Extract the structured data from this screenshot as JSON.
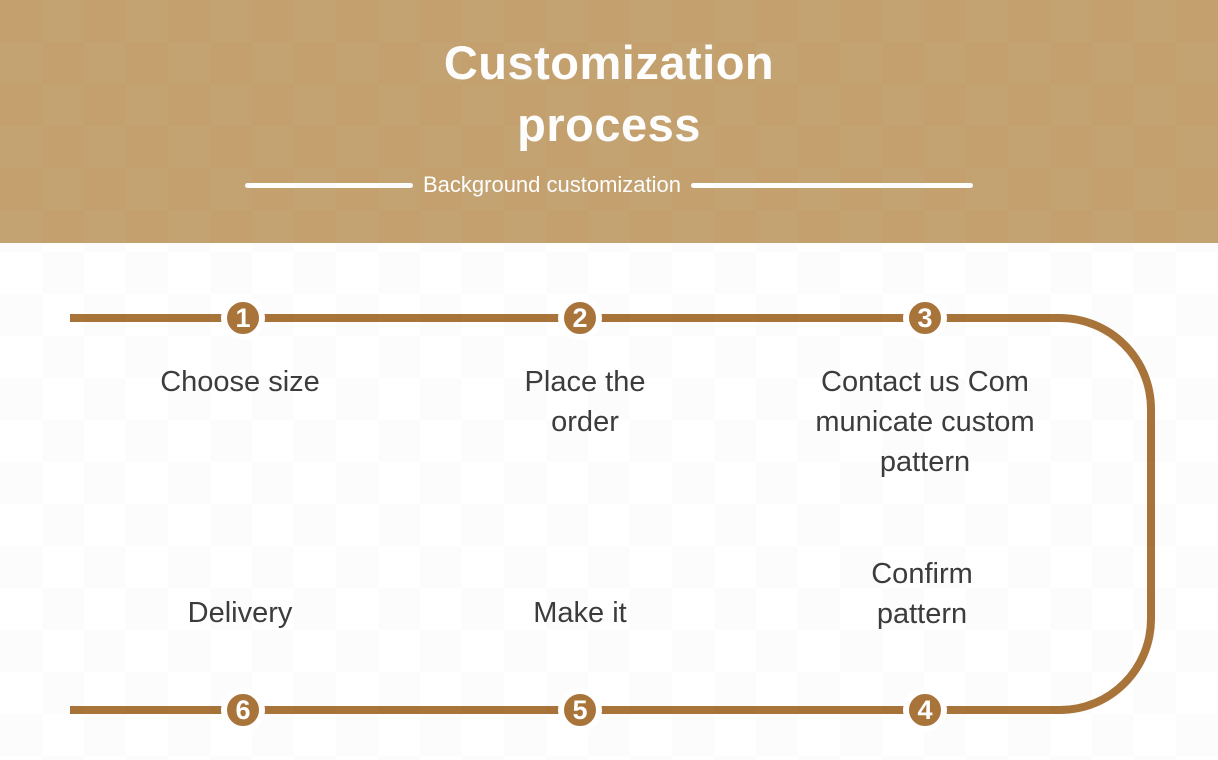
{
  "header": {
    "title_lines": [
      "Customization",
      "process"
    ],
    "subtitle": "Background customization"
  },
  "theme": {
    "header_bg": "#c3a06d",
    "accent_brown": "#a9743a",
    "label_color": "#3c3c3c",
    "title_color": "#ffffff"
  },
  "process": {
    "steps_top": [
      {
        "number": "1",
        "lines": [
          "Choose size"
        ]
      },
      {
        "number": "2",
        "lines": [
          "Place the",
          "order"
        ]
      },
      {
        "number": "3",
        "lines": [
          "Contact us Com",
          "municate custom",
          "pattern"
        ]
      }
    ],
    "steps_bottom": [
      {
        "number": "6",
        "lines": [
          "Delivery"
        ]
      },
      {
        "number": "5",
        "lines": [
          "Make it"
        ]
      },
      {
        "number": "4",
        "lines": [
          "Confirm",
          "pattern"
        ]
      }
    ]
  }
}
